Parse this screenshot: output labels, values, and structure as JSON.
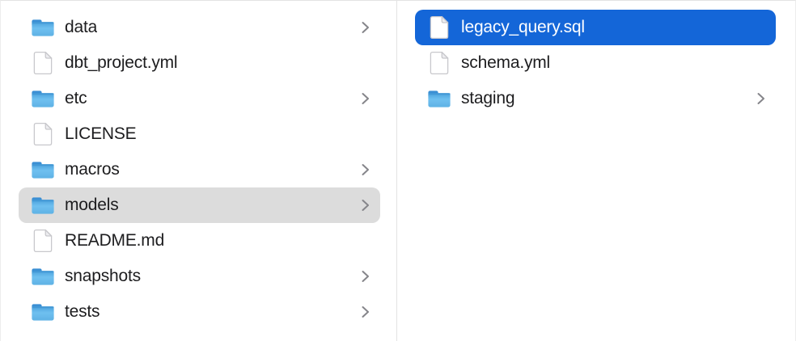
{
  "colors": {
    "background": "#ffffff",
    "divider": "#e2e2e2",
    "selection_blue": "#1466d8",
    "selection_gray": "#dcdcdc",
    "folder_blue": "#5fb2e8",
    "folder_tab_blue": "#3b8fd4",
    "chevron_gray": "#85858a",
    "text_primary": "#1d1d1f",
    "text_selected": "#ffffff"
  },
  "columns": [
    {
      "id": "left",
      "items": [
        {
          "label": "data",
          "type": "folder",
          "chevron": true,
          "selected": "none"
        },
        {
          "label": "dbt_project.yml",
          "type": "file",
          "chevron": false,
          "selected": "none"
        },
        {
          "label": "etc",
          "type": "folder",
          "chevron": true,
          "selected": "none"
        },
        {
          "label": "LICENSE",
          "type": "file",
          "chevron": false,
          "selected": "none"
        },
        {
          "label": "macros",
          "type": "folder",
          "chevron": true,
          "selected": "none"
        },
        {
          "label": "models",
          "type": "folder",
          "chevron": true,
          "selected": "gray"
        },
        {
          "label": "README.md",
          "type": "file",
          "chevron": false,
          "selected": "none"
        },
        {
          "label": "snapshots",
          "type": "folder",
          "chevron": true,
          "selected": "none"
        },
        {
          "label": "tests",
          "type": "folder",
          "chevron": true,
          "selected": "none"
        }
      ]
    },
    {
      "id": "right",
      "items": [
        {
          "label": "legacy_query.sql",
          "type": "file",
          "chevron": false,
          "selected": "blue"
        },
        {
          "label": "schema.yml",
          "type": "file",
          "chevron": false,
          "selected": "none"
        },
        {
          "label": "staging",
          "type": "folder",
          "chevron": true,
          "selected": "none"
        }
      ]
    }
  ]
}
